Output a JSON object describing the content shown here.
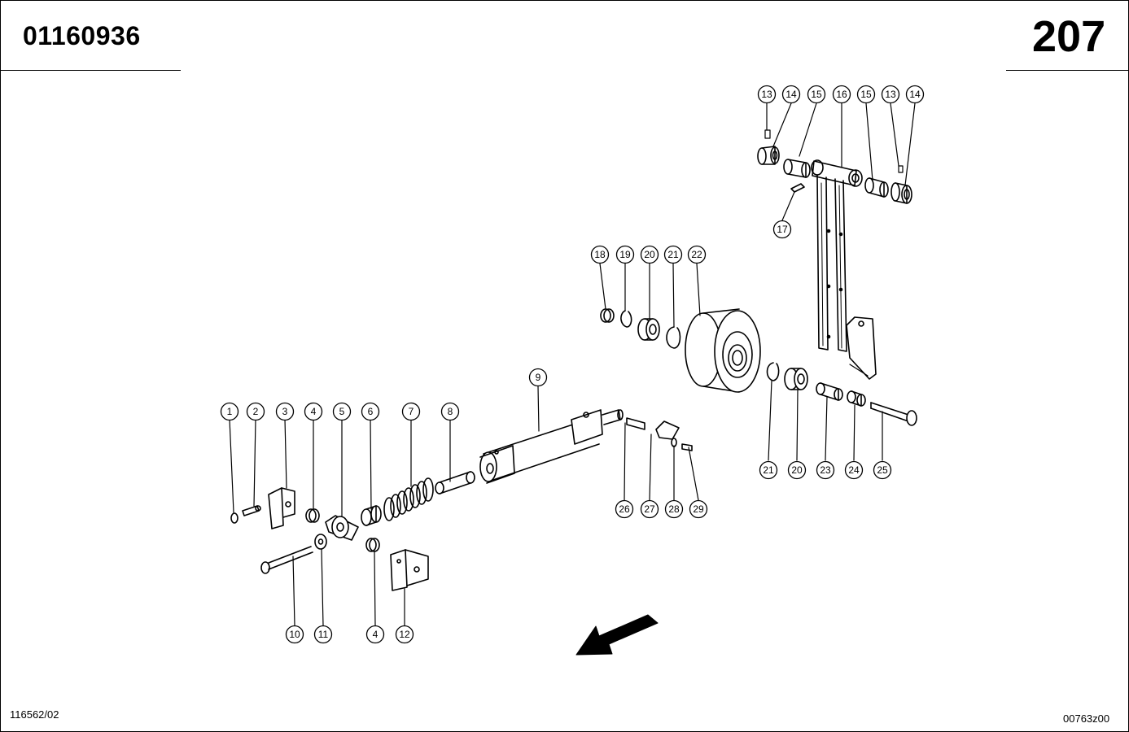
{
  "header": {
    "doc_number": "01160936",
    "page_number": "207"
  },
  "footer": {
    "left_code": "116562/02",
    "right_code": "00763z00"
  },
  "callouts": [
    "1",
    "2",
    "3",
    "4",
    "5",
    "6",
    "7",
    "8",
    "9",
    "10",
    "11",
    "4",
    "12",
    "13",
    "14",
    "15",
    "16",
    "15",
    "13",
    "14",
    "17",
    "18",
    "19",
    "20",
    "21",
    "22",
    "21",
    "20",
    "23",
    "24",
    "25",
    "26",
    "27",
    "28",
    "29"
  ],
  "direction_icon": "arrow-down-left-icon"
}
